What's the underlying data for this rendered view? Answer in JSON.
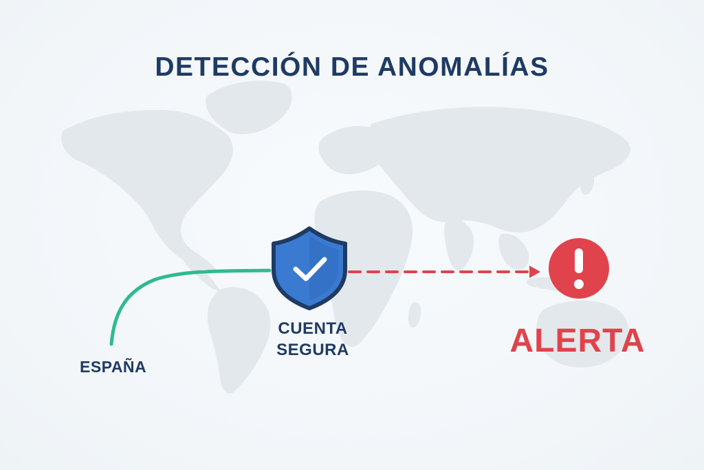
{
  "title": "DETECCIÓN DE ANOMALÍAS",
  "nodes": {
    "origin": {
      "label": "ESPAÑA"
    },
    "secure": {
      "line1": "CUENTA",
      "line2": "SEGURA",
      "icon": "shield-check-icon"
    },
    "alert": {
      "label": "ALERTA",
      "icon": "exclamation-circle-icon"
    }
  },
  "colors": {
    "title": "#1f3b63",
    "map": "#e3e8ec",
    "path_secure": "#2fba8f",
    "shield": "#3a7ad1",
    "shield_border": "#1f3b63",
    "alert": "#e0434b"
  }
}
